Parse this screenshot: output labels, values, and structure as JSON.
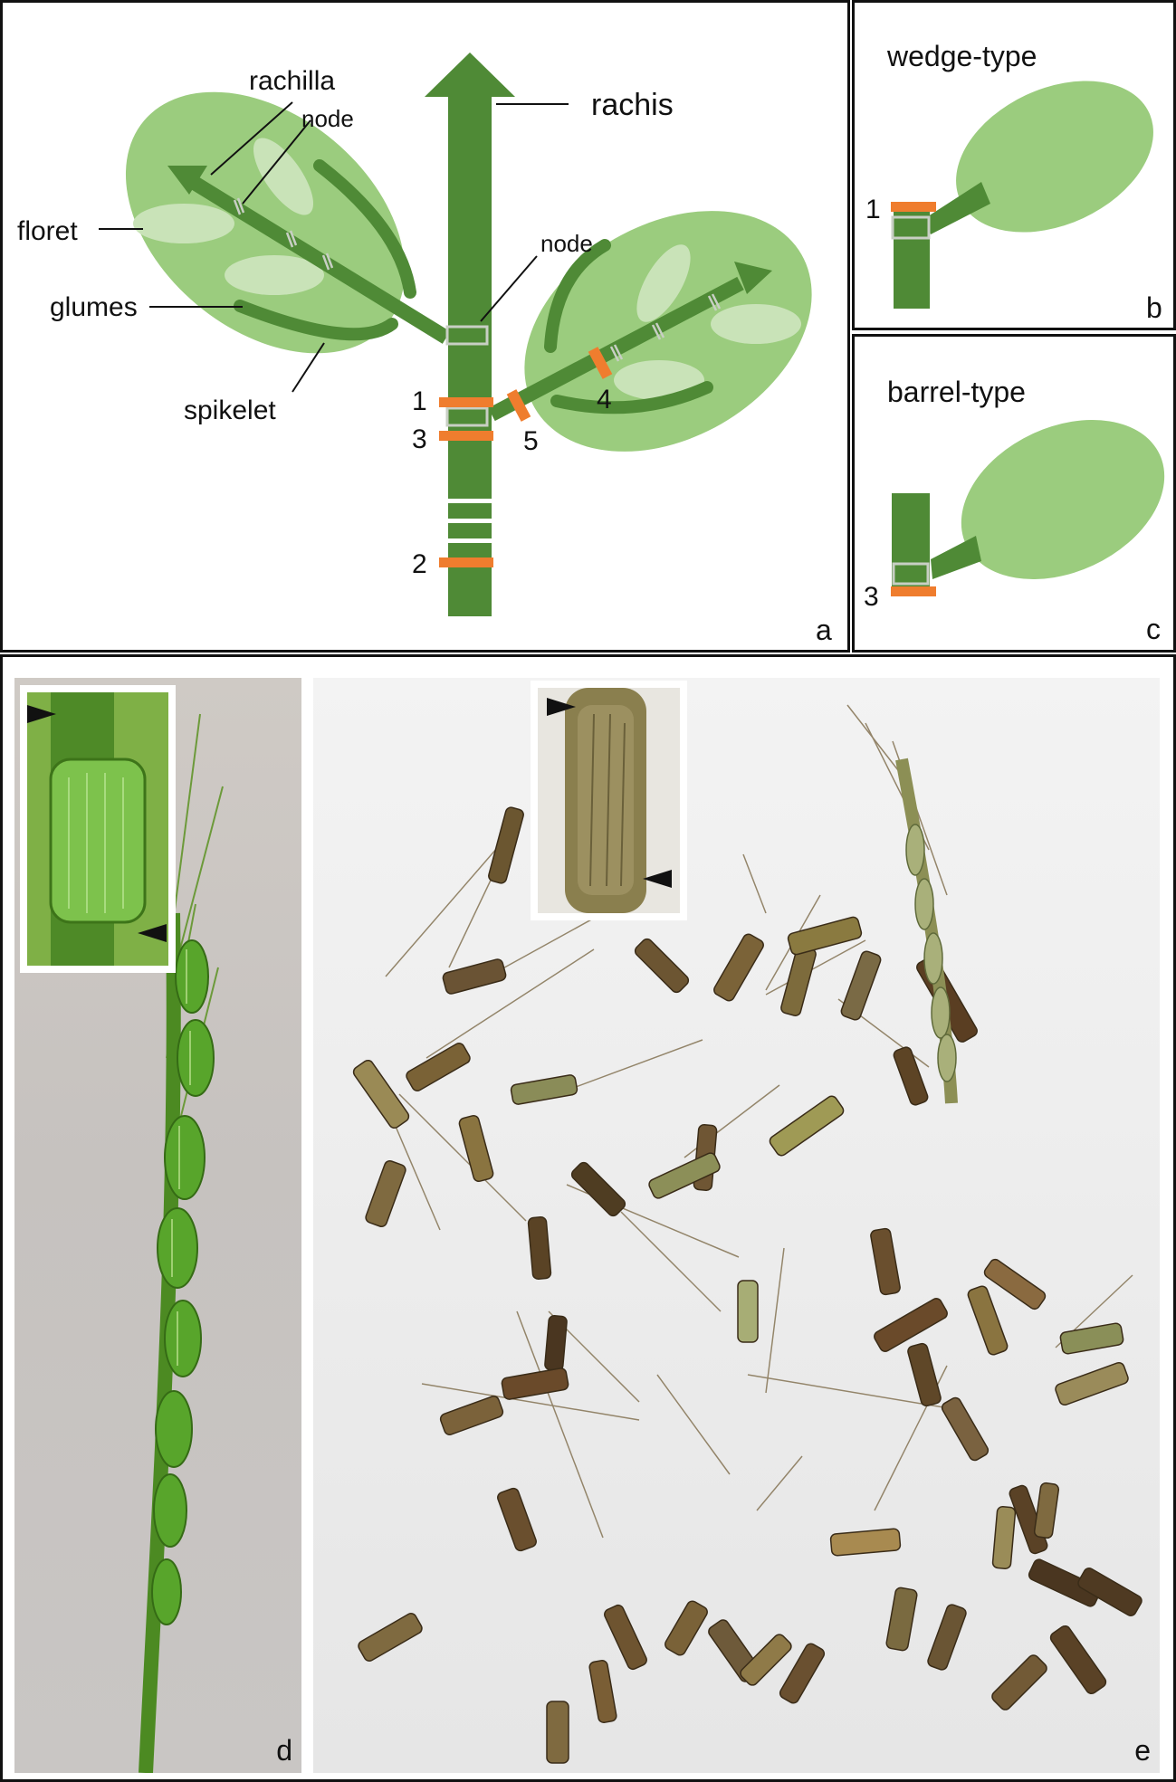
{
  "panel_a": {
    "letter": "a",
    "labels": {
      "rachilla": "rachilla",
      "node_left": "node",
      "rachis": "rachis",
      "floret": "floret",
      "node_right": "node",
      "glumes": "glumes",
      "spikelet": "spikelet"
    },
    "break_points": [
      "1",
      "3",
      "5",
      "4",
      "2"
    ]
  },
  "panel_b": {
    "letter": "b",
    "title": "wedge-type",
    "break_point": "1"
  },
  "panel_c": {
    "letter": "c",
    "title": "barrel-type",
    "break_point": "3"
  },
  "panel_d": {
    "letter": "d"
  },
  "panel_e": {
    "letter": "e"
  },
  "colors": {
    "dark_green": "#4f8a36",
    "light_green": "#9bcc7e",
    "pale_floret": "#c9e3b8",
    "break_orange": "#ef7d2e",
    "node_grey": "#c8cfc4"
  }
}
